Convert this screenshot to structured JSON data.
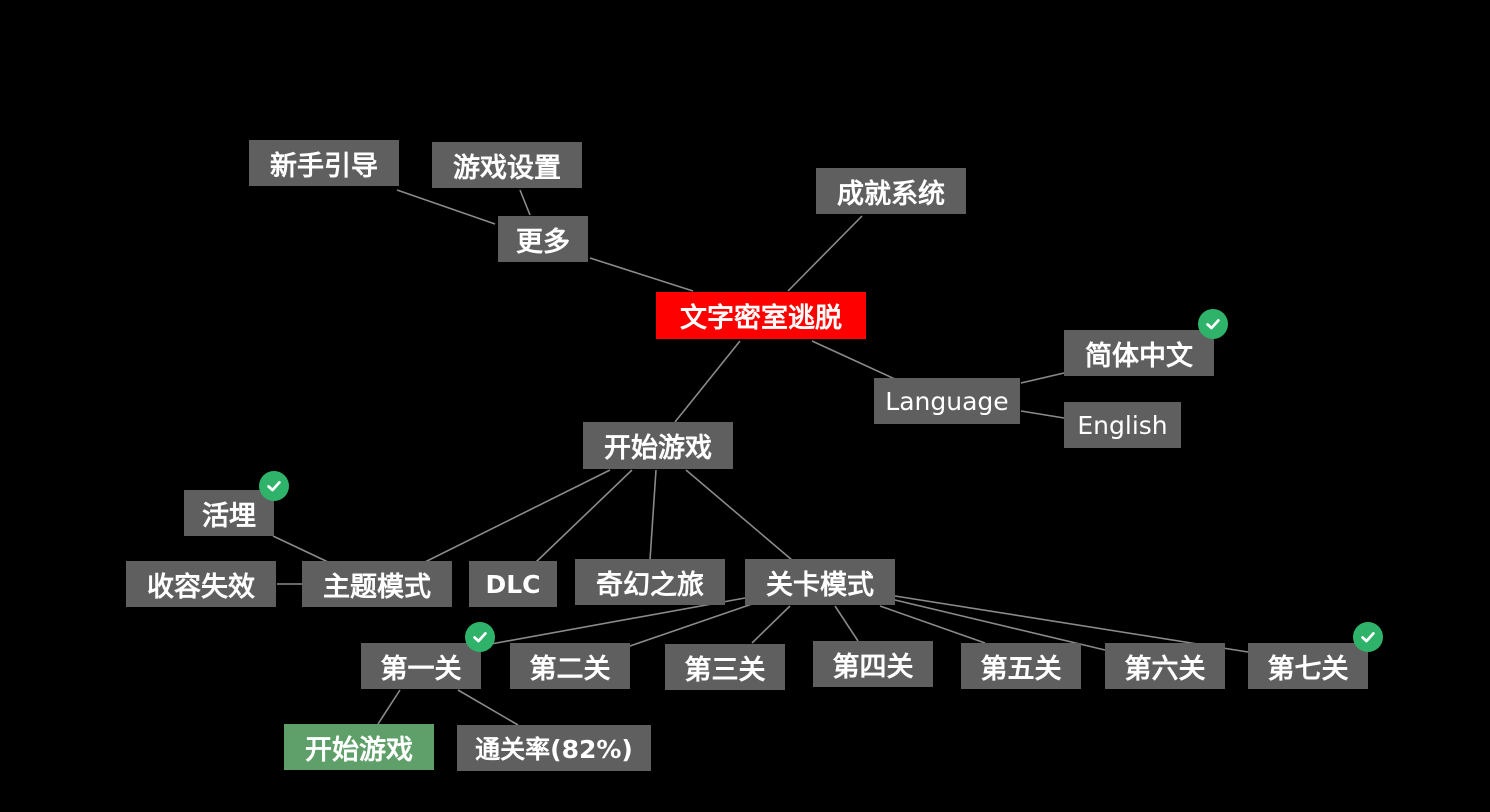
{
  "colors": {
    "background": "#000000",
    "node": "#5f5f5f",
    "root": "#ff0000",
    "action": "#5fa06a",
    "check": "#2fb36b",
    "line": "#8a8a8a"
  },
  "nodes": {
    "root": "文字密室逃脱",
    "more": "更多",
    "tutorial": "新手引导",
    "settings": "游戏设置",
    "achievements": "成就系统",
    "language": "Language",
    "lang_zh": "简体中文",
    "lang_en": "English",
    "start_game": "开始游戏",
    "theme_mode": "主题模式",
    "buried_alive": "活埋",
    "containment_breach": "收容失效",
    "dlc": "DLC",
    "fantasy_journey": "奇幻之旅",
    "level_mode": "关卡模式",
    "level_1": "第一关",
    "level_2": "第二关",
    "level_3": "第三关",
    "level_4": "第四关",
    "level_5": "第五关",
    "level_6": "第六关",
    "level_7": "第七关",
    "level_1_start": "开始游戏",
    "level_1_clear_rate": "通关率(82%)"
  },
  "checkmarks": {
    "lang_zh": "check-icon",
    "buried_alive": "check-icon",
    "level_1": "check-icon",
    "level_7": "check-icon"
  }
}
